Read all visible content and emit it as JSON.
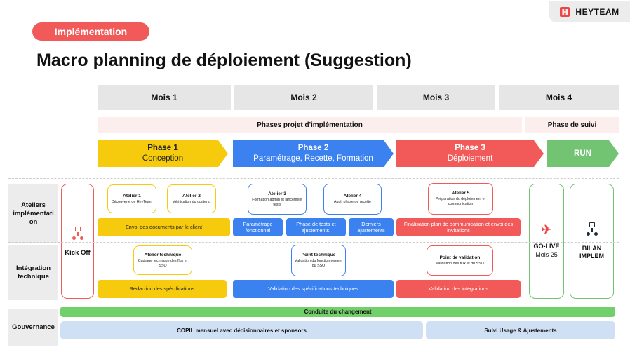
{
  "brand": {
    "name": "HEYTEAM",
    "logo_icon": "heyteam-logo-icon"
  },
  "section_pill": "Implémentation",
  "title": "Macro planning de déploiement (Suggestion)",
  "months": [
    "Mois 1",
    "Mois 2",
    "Mois 3",
    "Mois 4"
  ],
  "bands": {
    "phases": "Phases projet d'implémentation",
    "suivi": "Phase de suivi"
  },
  "phases": [
    {
      "title": "Phase 1",
      "subtitle": "Conception",
      "color": "#f6cb0e"
    },
    {
      "title": "Phase 2",
      "subtitle": "Paramétrage, Recette, Formation",
      "color": "#3b82f0"
    },
    {
      "title": "Phase 3",
      "subtitle": "Déploiement",
      "color": "#f25a5a"
    },
    {
      "title": "RUN",
      "subtitle": "",
      "color": "#72c472"
    }
  ],
  "rows": {
    "ateliers": "Ateliers implémentati on",
    "integration": "Intégration technique",
    "gouvernance": "Gouvernance"
  },
  "kickoff": {
    "label": "Kick Off",
    "icon": "org-chart-icon"
  },
  "golive": {
    "label": "GO-LIVE",
    "sub": "Mois 25",
    "icon": "rocket-icon"
  },
  "bilan": {
    "label": "BILAN IMPLEM",
    "icon": "org-chart-icon"
  },
  "workshops": [
    {
      "title": "Atelier 1",
      "desc": "Découverte de HeyTeam"
    },
    {
      "title": "Atelier 2",
      "desc": "Vérification du contenu"
    },
    {
      "title": "Atelier 3",
      "desc": "Formation admin et lancement tests"
    },
    {
      "title": "Atelier 4",
      "desc": "Audit phase de recette"
    },
    {
      "title": "Atelier 5",
      "desc": "Préparation du déploiement et communication"
    }
  ],
  "workshop_bars": [
    "Envoi des documents par le client",
    "Paramétrage fonctionnel",
    "Phase de tests et ajustements.",
    "Derniers ajustements",
    "Finalisation plan de communication et envoi des invitations"
  ],
  "tech_cards": [
    {
      "title": "Atelier technique",
      "desc": "Cadrage technique des flux et SSO"
    },
    {
      "title": "Point technique",
      "desc": "Validation du fonctionnement du SSO"
    },
    {
      "title": "Point de validation",
      "desc": "Validation des flux et du SSO"
    }
  ],
  "tech_bars": [
    "Rédaction des spécifications",
    "Validation des spécifications techniques",
    "Validation des intégrations"
  ],
  "gouvernance": {
    "conduite": "Conduite du changement",
    "copil": "COPIL mensuel avec décisionnaires et sponsors",
    "suivi": "Suivi Usage & Ajustements"
  }
}
